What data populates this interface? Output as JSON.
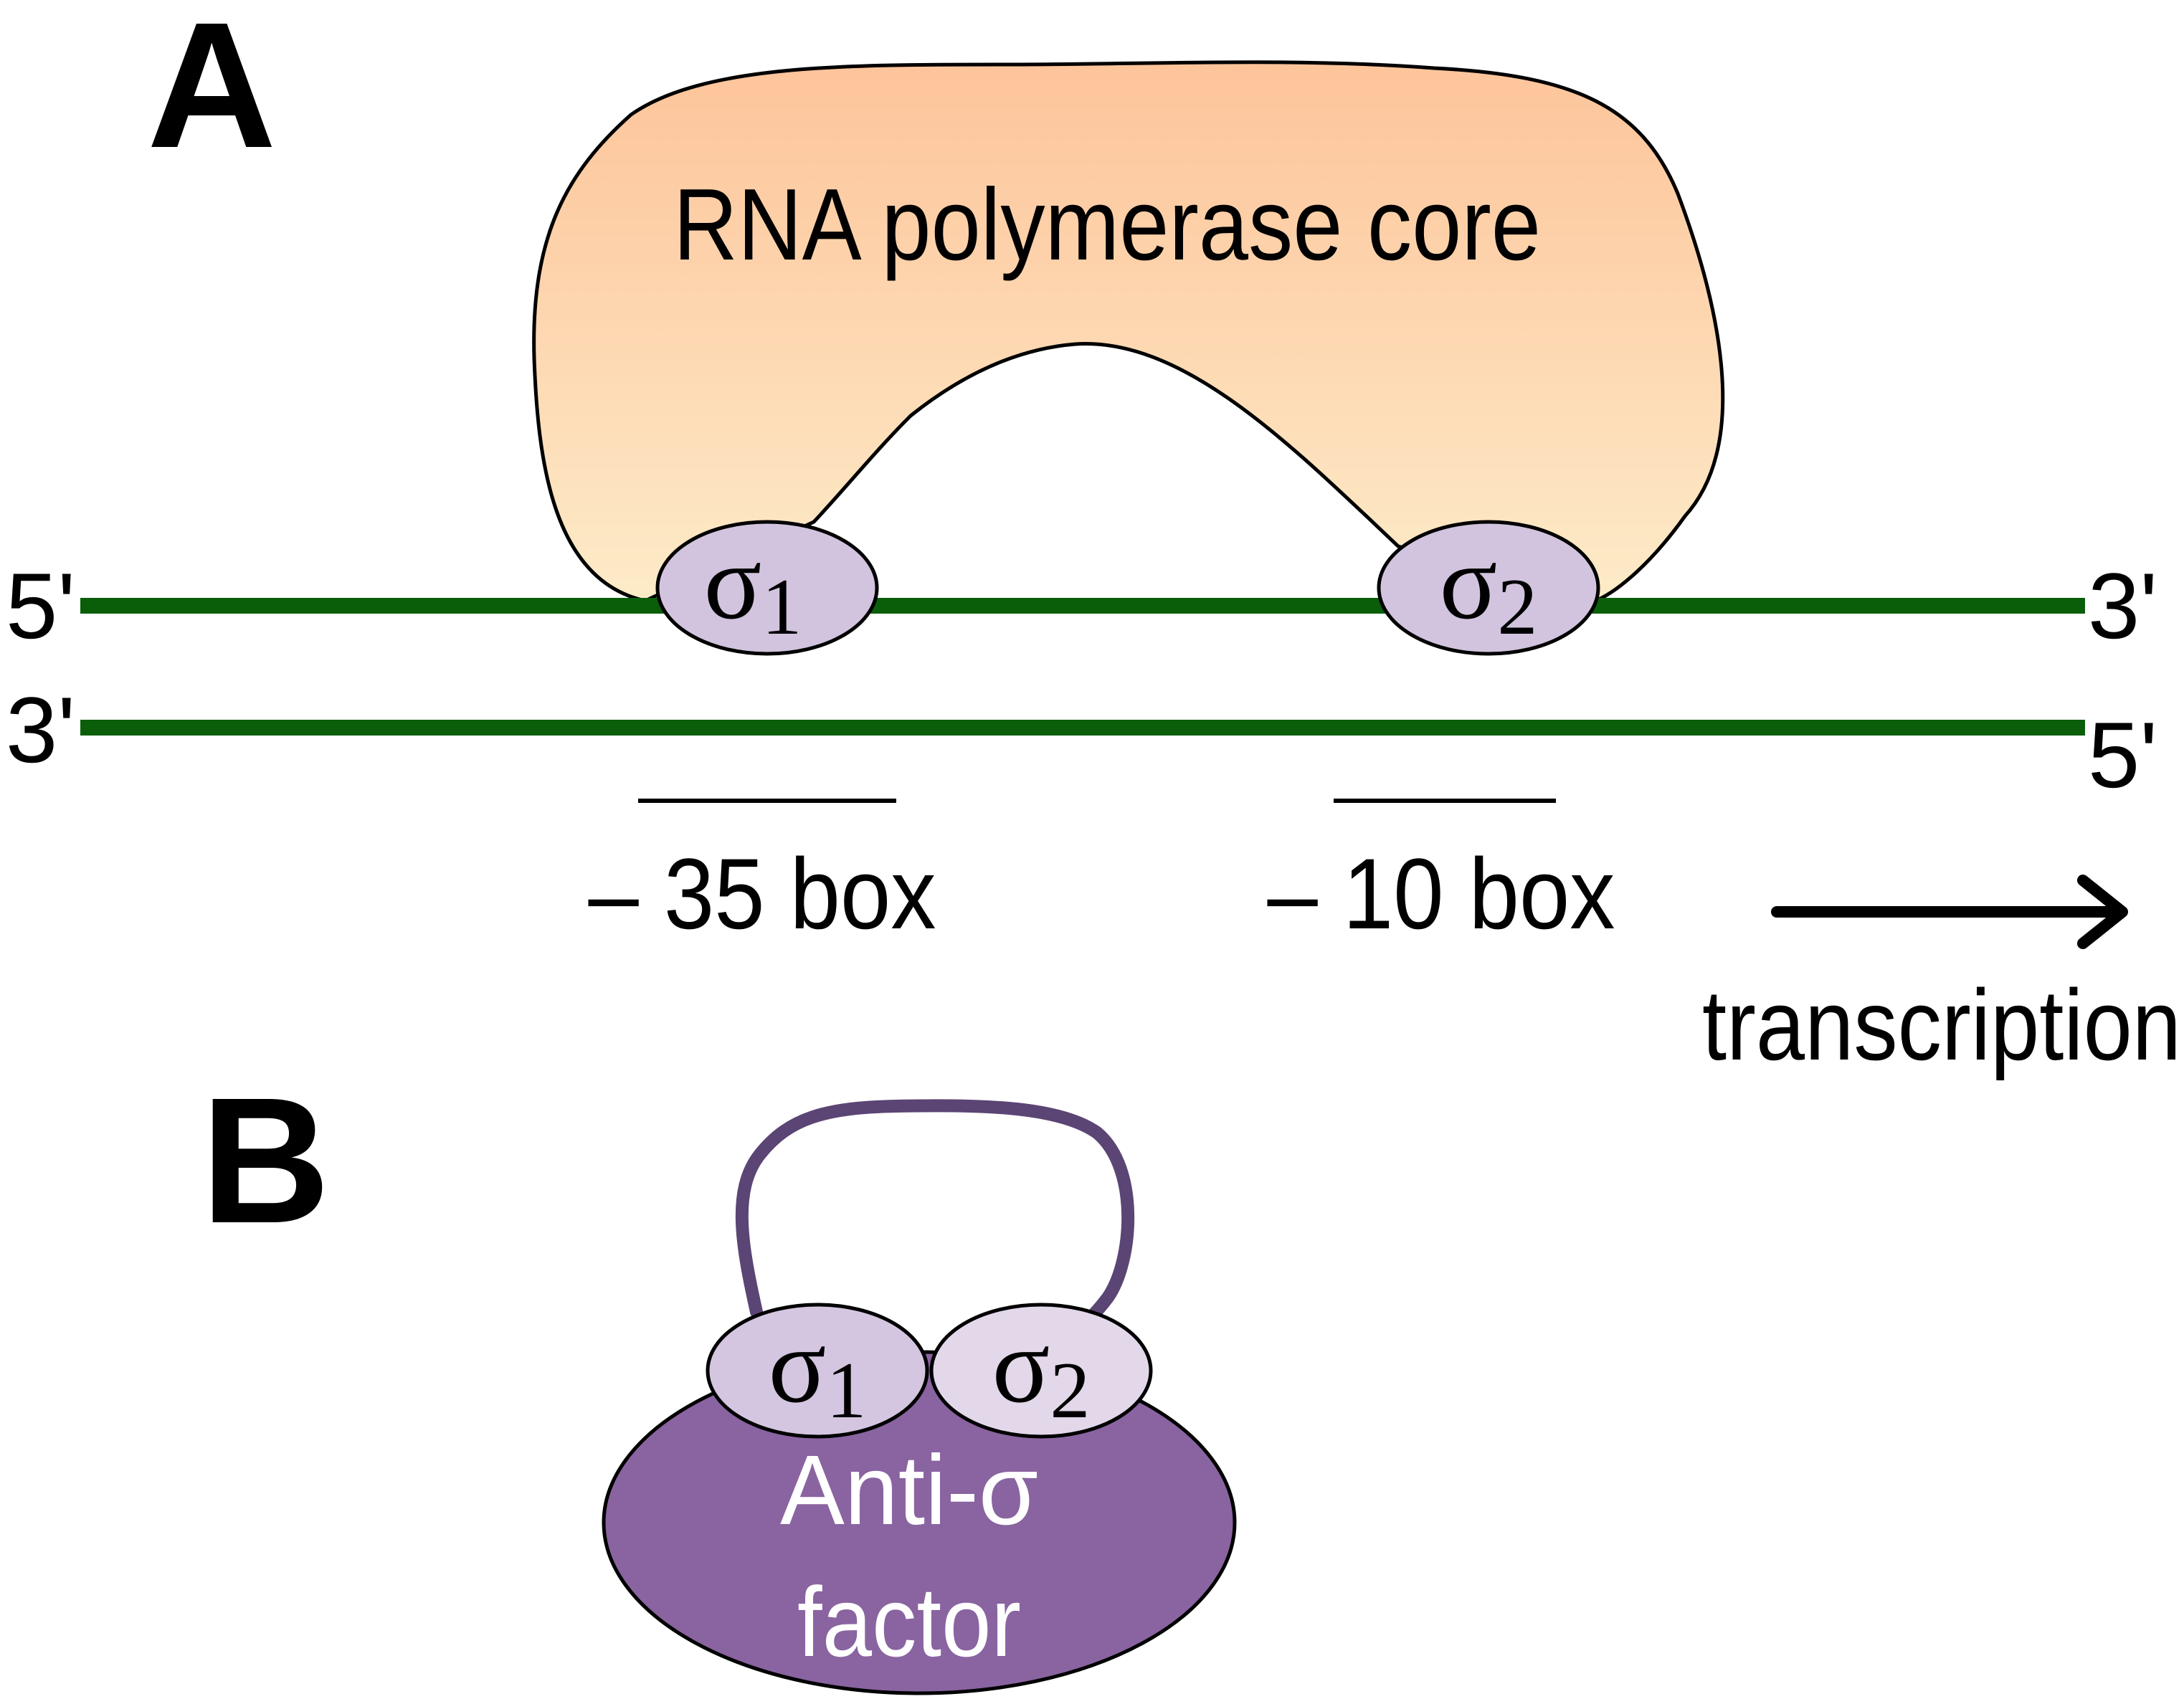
{
  "panels": {
    "a": {
      "label": "A"
    },
    "b": {
      "label": "B"
    }
  },
  "panel_a": {
    "polymerase_label": "RNA polymerase core",
    "sigma1": {
      "symbol": "σ",
      "subscript": "1"
    },
    "sigma2": {
      "symbol": "σ",
      "subscript": "2"
    },
    "top_strand": {
      "left_end": "5'",
      "right_end": "3'"
    },
    "bottom_strand": {
      "left_end": "3'",
      "right_end": "5'"
    },
    "box_35_label": "– 35 box",
    "box_10_label": "– 10 box",
    "transcription_label": "transcription"
  },
  "panel_b": {
    "sigma1": {
      "symbol": "σ",
      "subscript": "1"
    },
    "sigma2": {
      "symbol": "σ",
      "subscript": "2"
    },
    "anti_sigma_line1": "Anti-σ",
    "anti_sigma_line2": "factor"
  },
  "colors": {
    "dna_strand": "#0a5e0a",
    "polymerase_fill_top": "#fdc49a",
    "polymerase_fill_bottom": "#fdebc8",
    "sigma_fill_a": "#d2c4de",
    "sigma1_fill_b": "#d4c6e0",
    "sigma2_fill_b": "#e2d8ea",
    "anti_sigma_fill": "#8964a0",
    "linker_stroke": "#5b4574",
    "outline": "#000000",
    "anti_sigma_text": "#ffffff"
  }
}
